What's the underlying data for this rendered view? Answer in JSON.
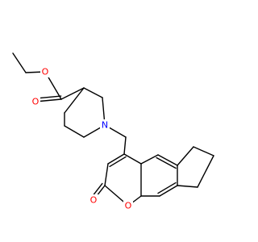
{
  "molecule": {
    "atoms": {
      "o_ether": {
        "symbol": "O",
        "color": "#ff0000"
      },
      "o_carbonyl": {
        "symbol": "O",
        "color": "#ff0000"
      },
      "n_ring": {
        "symbol": "N",
        "color": "#0000ff"
      },
      "o_ketone": {
        "symbol": "O",
        "color": "#ff0000"
      },
      "o_ring": {
        "symbol": "O",
        "color": "#ff0000"
      }
    },
    "bond_color": "#000000"
  }
}
